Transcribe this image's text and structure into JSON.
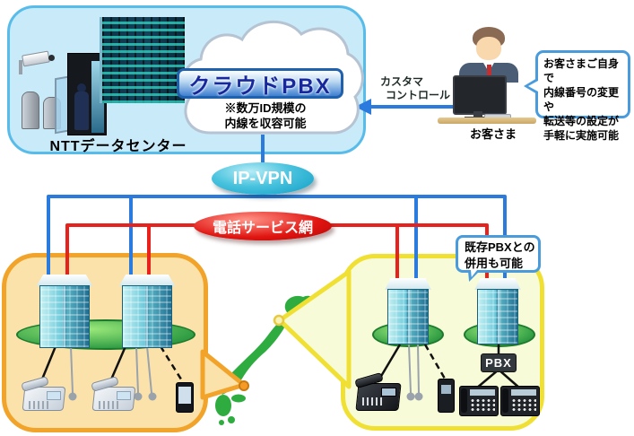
{
  "colors": {
    "blue-line": "#2b7bde",
    "red-line": "#e8211d",
    "panel-blue-fill": "#c9eaf9",
    "panel-blue-border": "#58bcea",
    "box-orange-fill": "#fbe2aa",
    "box-orange-border": "#f2a32a",
    "box-yellow-fill": "#f7fbd8",
    "box-yellow-border": "#f0e034",
    "ipvpn-deep": "#0f9cc4",
    "telsvc-deep": "#b00a08",
    "label-blue-text": "#16289b",
    "label-blue-border": "#2061ae",
    "label-blue-bottom": "#3f7fd0",
    "callout-border": "#4a9bdc",
    "pbx-badge": "#33383d",
    "map-green": "#2fac3f",
    "marker-orange": "#f59b25",
    "marker-yellow": "#f7f3b8"
  },
  "datacenter": {
    "label": "NTTデータセンター"
  },
  "cloud": {
    "title": "クラウドPBX",
    "note1": "※数万ID規模の",
    "note2": "内線を収容可能"
  },
  "network": {
    "ipvpn": "IP-VPN",
    "telephone_service": "電話サービス網"
  },
  "customer": {
    "label": "お客さま",
    "control1": "カスタマ",
    "control2": "コントロール",
    "bubble1": "お客さまご自身で",
    "bubble2": "内線番号の変更や",
    "bubble3": "転送等の設定が",
    "bubble4": "手軽に実施可能"
  },
  "right_callout": {
    "line1": "既存PBXとの",
    "line2": "併用も可能"
  },
  "pbx_badge": {
    "label": "PBX"
  }
}
